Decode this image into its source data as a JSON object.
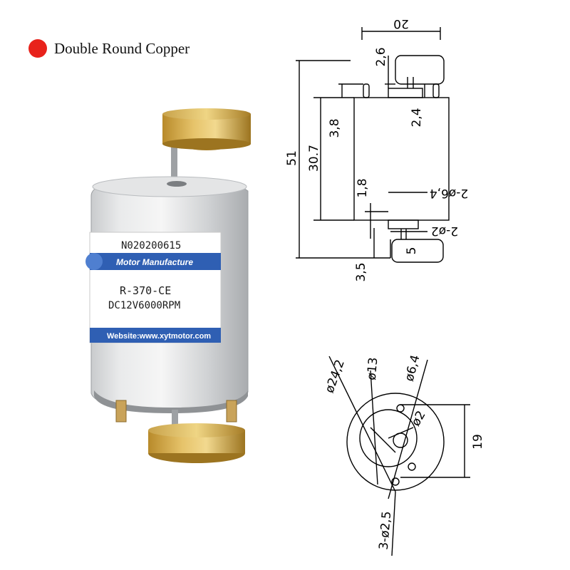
{
  "legend": {
    "text": "Double Round Copper",
    "dot_color": "#e8221b"
  },
  "motor_label": {
    "serial": "N020200615",
    "band_text": "Motor Manufacture",
    "model": "R-370-CE",
    "spec": "DC12V6000RPM",
    "website": "Website:www.xytmotor.com",
    "band_color": "#2f5fb3"
  },
  "side_view": {
    "width": "20",
    "height_total": "51",
    "body_height": "30.7",
    "weight_gap": "2,6",
    "top_boss": "3,8",
    "boss_offset": "2,4",
    "shaft_dia": "2-ø6,4",
    "bottom_gap": "1,8",
    "bottom_shaft": "2-ø2",
    "weight_thickness": "5",
    "bottom_ext": "3,5"
  },
  "end_view": {
    "dia_24": "ø24,2",
    "dia_13": "ø13",
    "dia_64": "ø6,4",
    "hole_2": "ø2",
    "height_19": "19",
    "holes_25": "3-ø2,5"
  }
}
